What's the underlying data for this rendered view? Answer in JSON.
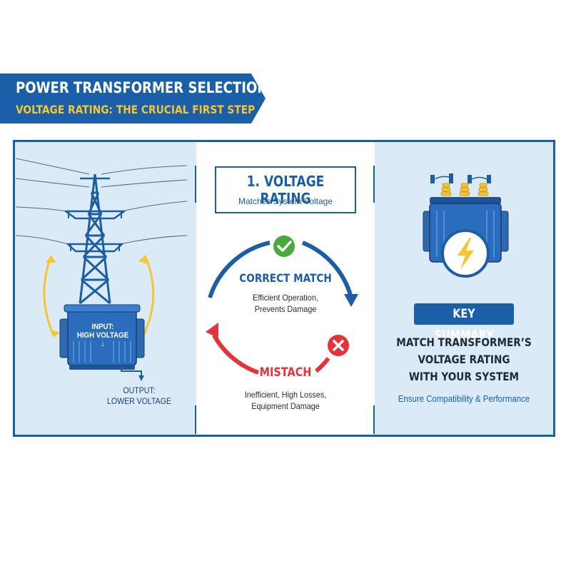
{
  "banner": {
    "title": "POWER TRANSFORMER SELECTION",
    "subtitle": "VOLTAGE RATING: THE CRUCIAL FIRST STEP"
  },
  "left_panel": {
    "input_label_line1": "INPUT:",
    "input_label_line2": "HIGH VOLTAGE",
    "input_arrow": "↓",
    "output_label_line1": "OUTPUT:",
    "output_label_line2": "LOWER VOLTAGE"
  },
  "center_panel": {
    "heading": "1. VOLTAGE RATING",
    "subheading": "Matches System Voltage",
    "correct": {
      "title": "CORRECT MATCH",
      "line1": "Efficient Operation,",
      "line2": "Prevents Damage"
    },
    "mismatch": {
      "title": "MISTACH",
      "line1": "Inefficient, High Losses,",
      "line2": "Equipment Damage"
    }
  },
  "right_panel": {
    "badge": "KEY SUMMARY",
    "line1": "MATCH TRANSFORMER’S",
    "line2": "VOLTAGE RATING",
    "line3": "WITH YOUR SYSTEM",
    "footer": "Ensure Compatibility & Performance"
  },
  "colors": {
    "primary_blue": "#1c5ea4",
    "accent_yellow": "#f6c531",
    "success_green": "#4aa83d",
    "error_red": "#e3343a",
    "panel_bg": "#dbeaf7"
  },
  "icons": {
    "check": "check-circle-icon",
    "cross": "x-circle-icon",
    "lightning": "lightning-bolt-icon"
  }
}
